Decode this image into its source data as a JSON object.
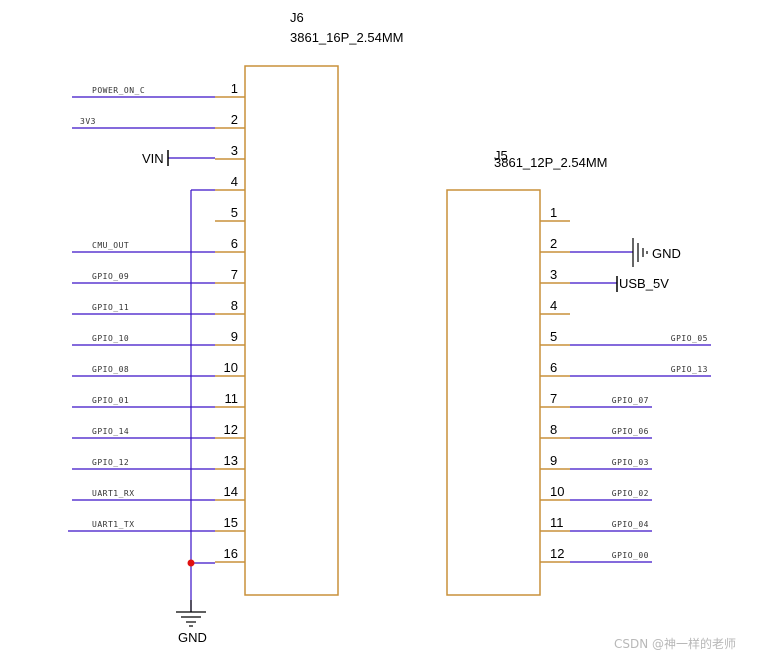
{
  "colors": {
    "component": "#c8903a",
    "wire": "#3a10c8",
    "junction": "#e01010",
    "power": "#000000"
  },
  "j6": {
    "ref": "J6",
    "value": "3861_16P_2.54MM",
    "pins": [
      {
        "num": "1",
        "net": "POWER_ON_C"
      },
      {
        "num": "2",
        "net": "3V3"
      },
      {
        "num": "3",
        "net": "VIN"
      },
      {
        "num": "4",
        "net": "GND"
      },
      {
        "num": "5",
        "net": ""
      },
      {
        "num": "6",
        "net": "CMU_OUT"
      },
      {
        "num": "7",
        "net": "GPIO_09"
      },
      {
        "num": "8",
        "net": "GPIO_11"
      },
      {
        "num": "9",
        "net": "GPIO_10"
      },
      {
        "num": "10",
        "net": "GPIO_08"
      },
      {
        "num": "11",
        "net": "GPIO_01"
      },
      {
        "num": "12",
        "net": "GPIO_14"
      },
      {
        "num": "13",
        "net": "GPIO_12"
      },
      {
        "num": "14",
        "net": "UART1_RX"
      },
      {
        "num": "15",
        "net": "UART1_TX"
      },
      {
        "num": "16",
        "net": "GND"
      }
    ]
  },
  "j5": {
    "ref": "J5",
    "value": "3861_12P_2.54MM",
    "pins": [
      {
        "num": "1",
        "net": ""
      },
      {
        "num": "2",
        "net": "GND"
      },
      {
        "num": "3",
        "net": "USB_5V"
      },
      {
        "num": "4",
        "net": ""
      },
      {
        "num": "5",
        "net": "GPIO_05"
      },
      {
        "num": "6",
        "net": "GPIO_13"
      },
      {
        "num": "7",
        "net": "GPIO_07"
      },
      {
        "num": "8",
        "net": "GPIO_06"
      },
      {
        "num": "9",
        "net": "GPIO_03"
      },
      {
        "num": "10",
        "net": "GPIO_02"
      },
      {
        "num": "11",
        "net": "GPIO_04"
      },
      {
        "num": "12",
        "net": "GPIO_00"
      }
    ]
  },
  "power": {
    "vin": "VIN",
    "gnd_bottom": "GND",
    "gnd_j5": "GND",
    "usb5v": "USB_5V"
  },
  "watermark": "CSDN @神一样的老师"
}
